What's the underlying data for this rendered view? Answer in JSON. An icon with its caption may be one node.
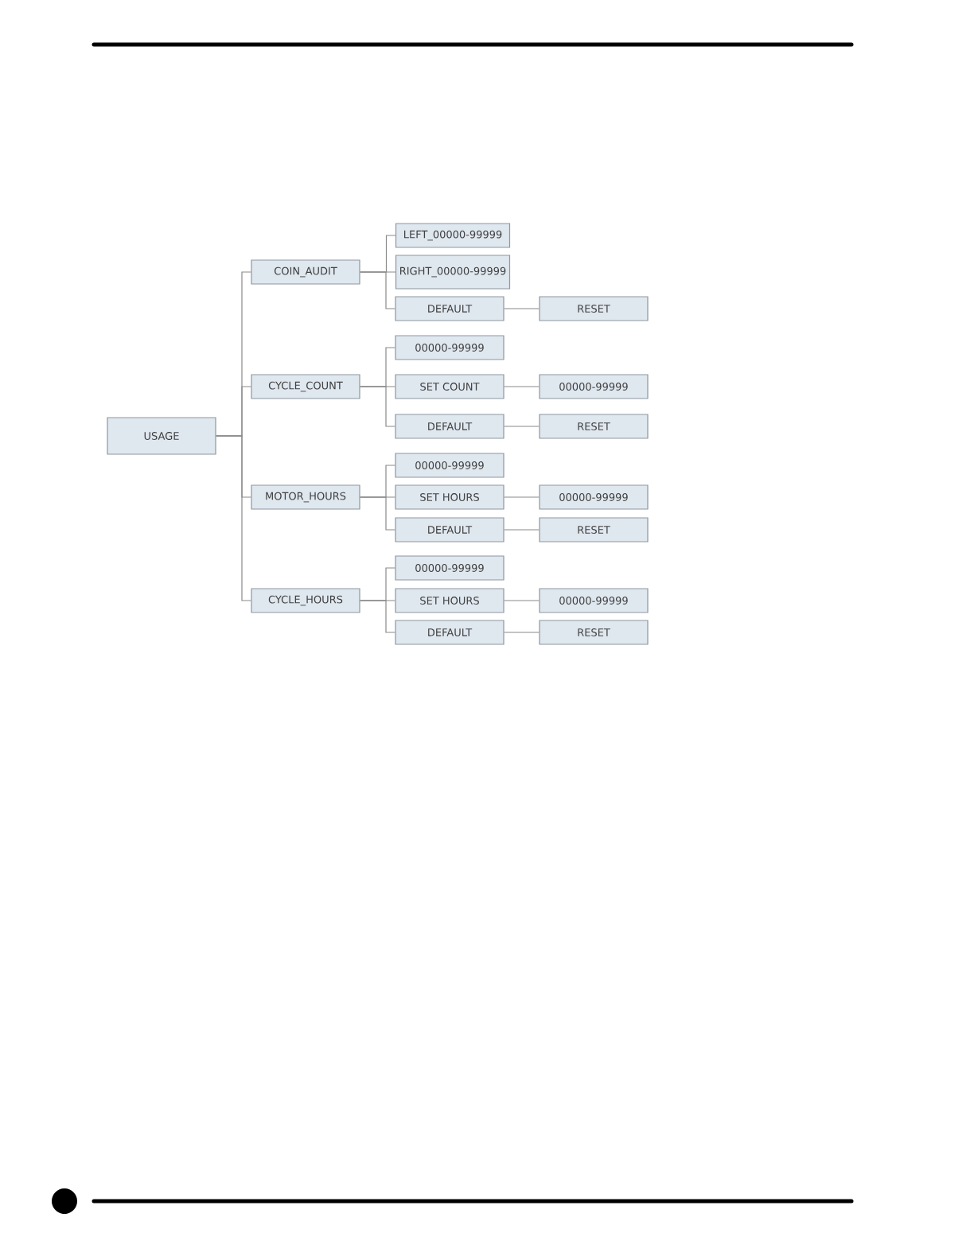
{
  "diagram": {
    "nodes": [
      {
        "text": [
          "USAGE"
        ]
      },
      {
        "text": [
          "COIN_AUDIT"
        ]
      },
      {
        "text": [
          "LEFT_00000-99999"
        ]
      },
      {
        "text": [
          "RIGHT_00000-99999"
        ]
      },
      {
        "text": [
          "DEFAULT"
        ]
      },
      {
        "text": [
          "RESET"
        ]
      },
      {
        "text": [
          "CYCLE_COUNT"
        ]
      },
      {
        "text": [
          "00000-99999"
        ]
      },
      {
        "text": [
          "SET COUNT"
        ]
      },
      {
        "text": [
          "00000-99999"
        ]
      },
      {
        "text": [
          "DEFAULT"
        ]
      },
      {
        "text": [
          "RESET"
        ]
      },
      {
        "text": [
          "MOTOR_HOURS"
        ]
      },
      {
        "text": [
          "00000-99999"
        ]
      },
      {
        "text": [
          "SET HOURS"
        ]
      },
      {
        "text": [
          "00000-99999"
        ]
      },
      {
        "text": [
          "DEFAULT"
        ]
      },
      {
        "text": [
          "RESET"
        ]
      },
      {
        "text": [
          "CYCLE_HOURS"
        ]
      },
      {
        "text": [
          "00000-99999"
        ]
      },
      {
        "text": [
          "SET HOURS"
        ]
      },
      {
        "text": [
          "00000-99999"
        ]
      },
      {
        "text": [
          "DEFAULT"
        ]
      },
      {
        "text": [
          "RESET"
        ]
      }
    ],
    "edges": [
      {
        "from": 0,
        "to": 1,
        "arrow": "none"
      },
      {
        "from": 0,
        "to": 6,
        "arrow": "none"
      },
      {
        "from": 0,
        "to": 12,
        "arrow": "none"
      },
      {
        "from": 0,
        "to": 18,
        "arrow": "none"
      },
      {
        "from": 1,
        "to": 2,
        "arrow": "none"
      },
      {
        "from": 1,
        "to": 3,
        "arrow": "none"
      },
      {
        "from": 1,
        "to": 4,
        "arrow": "none"
      },
      {
        "from": 4,
        "to": 5,
        "arrow": "none"
      },
      {
        "from": 6,
        "to": 7,
        "arrow": "none"
      },
      {
        "from": 6,
        "to": 8,
        "arrow": "none"
      },
      {
        "from": 6,
        "to": 10,
        "arrow": "none"
      },
      {
        "from": 8,
        "to": 9,
        "arrow": "none"
      },
      {
        "from": 10,
        "to": 11,
        "arrow": "none"
      },
      {
        "from": 12,
        "to": 13,
        "arrow": "none"
      },
      {
        "from": 12,
        "to": 14,
        "arrow": "none"
      },
      {
        "from": 12,
        "to": 16,
        "arrow": "none"
      },
      {
        "from": 14,
        "to": 15,
        "arrow": "none"
      },
      {
        "from": 16,
        "to": 17,
        "arrow": "none"
      },
      {
        "from": 18,
        "to": 19,
        "arrow": "none"
      },
      {
        "from": 18,
        "to": 20,
        "arrow": "none"
      },
      {
        "from": 18,
        "to": 22,
        "arrow": "none"
      },
      {
        "from": 20,
        "to": 21,
        "arrow": "none"
      },
      {
        "from": 22,
        "to": 23,
        "arrow": "none"
      }
    ]
  }
}
